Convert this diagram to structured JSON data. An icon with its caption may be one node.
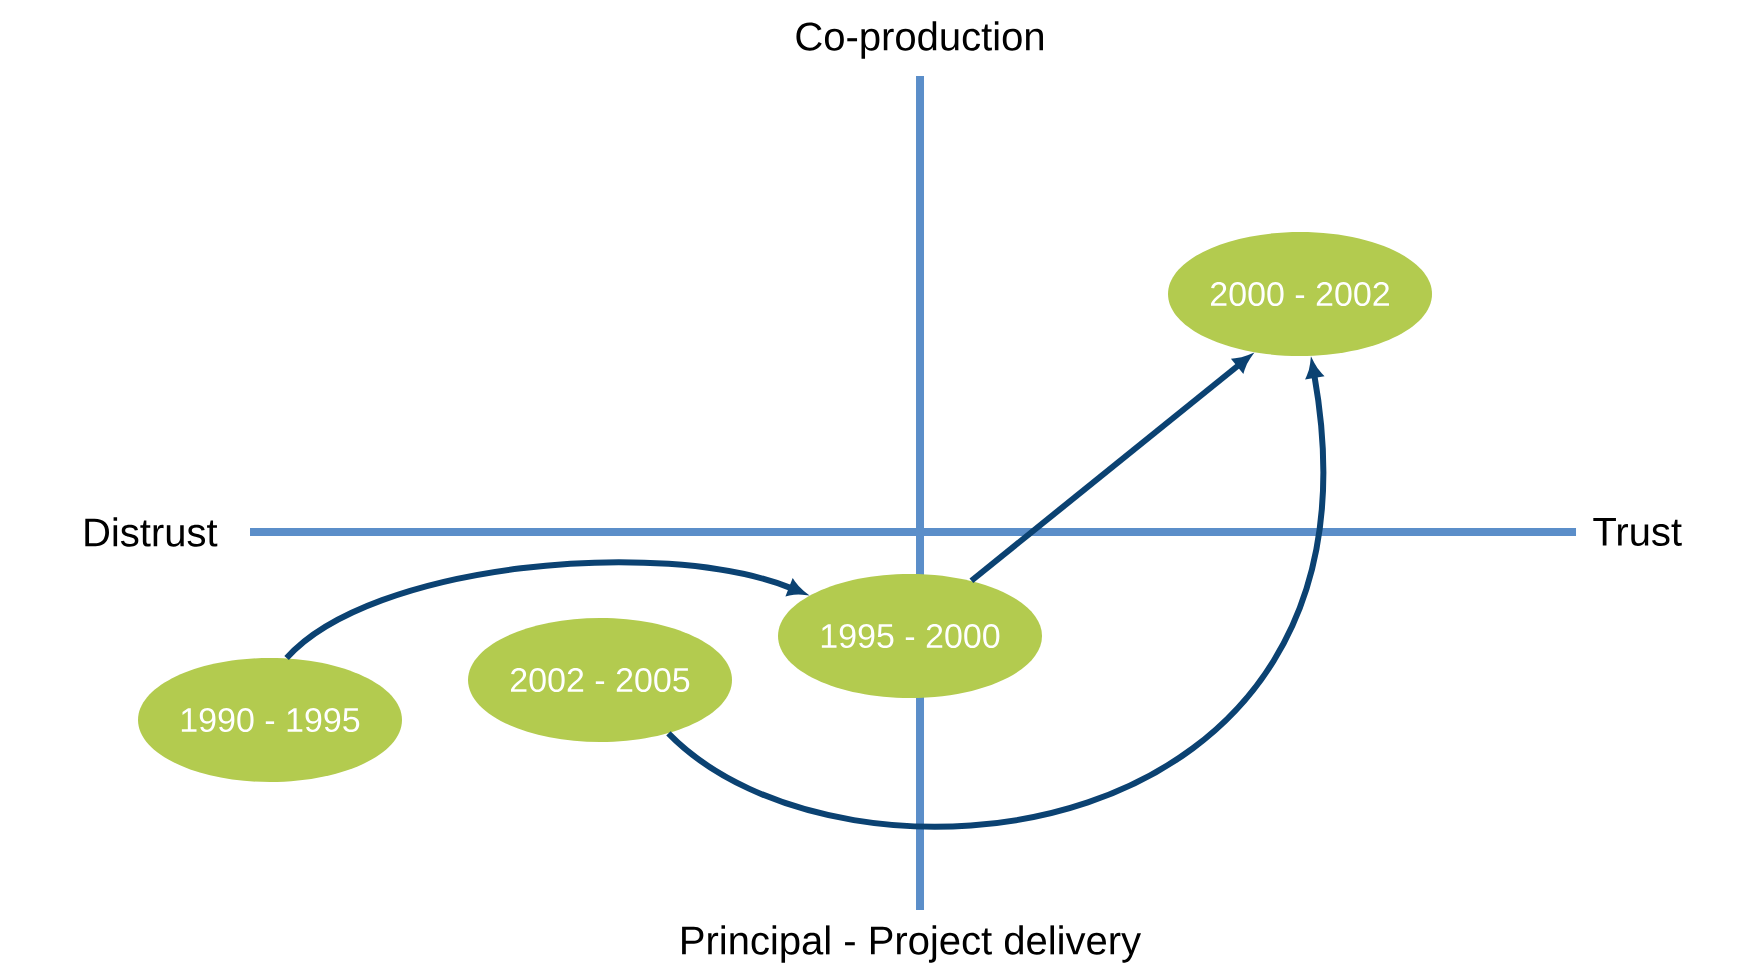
{
  "diagram": {
    "nodes": [
      {
        "text": [
          "1990 - 1995"
        ]
      },
      {
        "text": [
          "2002 - 2005"
        ]
      },
      {
        "text": [
          "1995 - 2000"
        ]
      },
      {
        "text": [
          "2000 - 2002"
        ]
      }
    ],
    "edges": [
      {
        "from": 0,
        "to": 2,
        "arrow": "to"
      },
      {
        "from": 2,
        "to": 3,
        "arrow": "to"
      },
      {
        "from": 1,
        "to": 3,
        "arrow": "to"
      }
    ],
    "labels": [
      "Co-production",
      "Distrust",
      "Trust",
      "Principal - Project delivery"
    ]
  }
}
